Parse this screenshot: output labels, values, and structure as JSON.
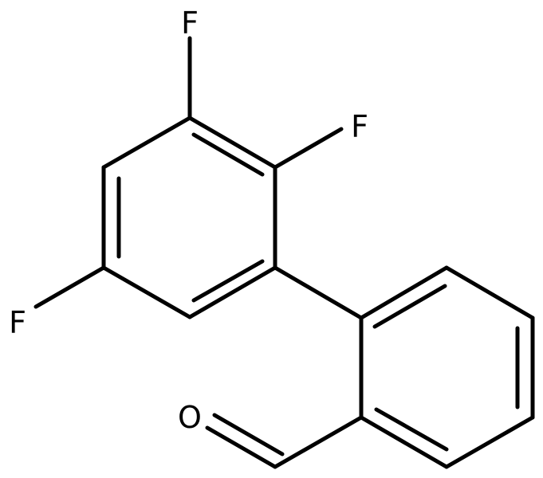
{
  "molecule": {
    "atoms": {
      "f_top": "F",
      "f_right": "F",
      "f_left": "F",
      "o_aldehyde": "O"
    }
  }
}
